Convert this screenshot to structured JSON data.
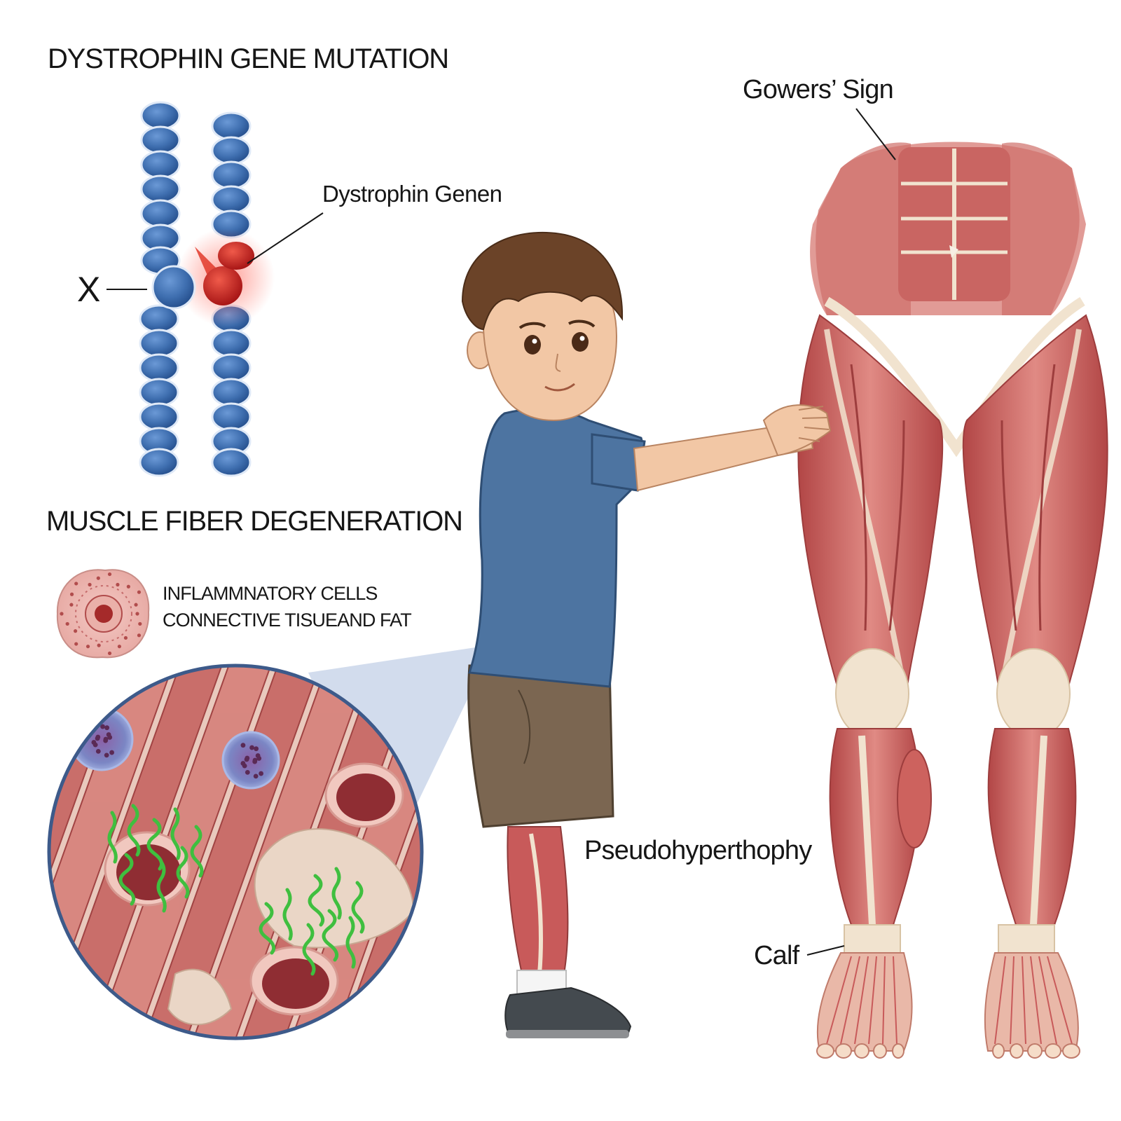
{
  "headings": {
    "gene_mutation": "DYSTROPHIN GENE MUTATION",
    "fiber_degeneration": "MUSCLE FIBER DEGENERATION"
  },
  "chromosome": {
    "x_label": "X",
    "gene_label": "Dystrophin Genen"
  },
  "legend": {
    "line1": "INFLAMMNATORY CELLS",
    "line2": "CONNECTIVE TISUEAND FAT"
  },
  "callouts": {
    "gowers": "Gowers’ Sign",
    "pseudo": "Pseudohyperthophy",
    "calf": "Calf"
  },
  "colors": {
    "chromosome_blue": "#3f6fb0",
    "mutation_red": "#d12a2a",
    "muscle_red": "#c85a5a",
    "tendon": "#f1e3cf",
    "shirt": "#4d74a1",
    "shorts": "#7b6651",
    "hair": "#6b4328",
    "skin": "#f2c7a5",
    "fibrosis_green": "#3fbf3f"
  }
}
